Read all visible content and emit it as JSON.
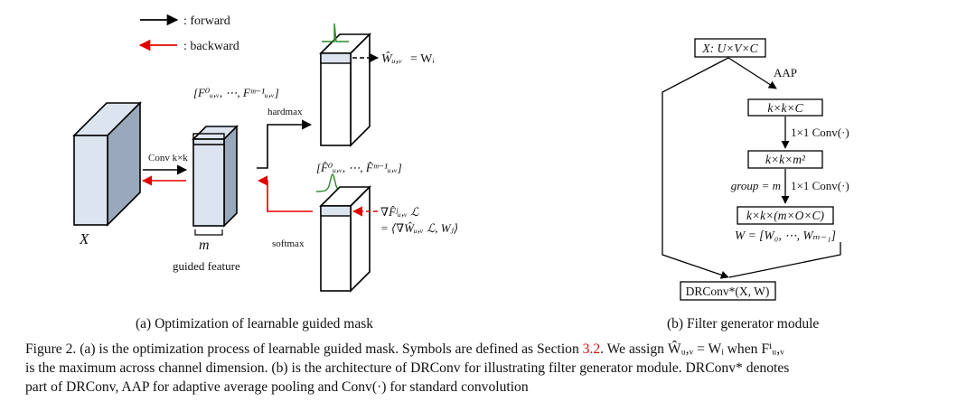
{
  "legend": {
    "forward": ": forward",
    "backward": ": backward",
    "forward_color": "#000000",
    "backward_color": "#e00000"
  },
  "panel_a": {
    "input_label": "X",
    "conv_label": "Conv k×k",
    "m_label": "m",
    "guided_feature": "guided feature",
    "feature_set_label": "[F⁰ᵤ,ᵥ, ⋯, Fᵐ⁻¹ᵤ,ᵥ]",
    "hardmax": "hardmax",
    "softmax": "softmax",
    "soft_set_label": "[F̂⁰ᵤ,ᵥ, ⋯, F̂ᵐ⁻¹ᵤ,ᵥ]",
    "w_assign": "= Wᵢ",
    "w_hat": "Ŵᵤ,ᵥ",
    "grad_label": "∇F̂ʲᵤ,ᵥ ℒ",
    "grad_eq": "= ⟨∇Ŵᵤ,ᵥ ℒ, Wⱼ⟩",
    "caption": "(a) Optimization of learnable guided mask"
  },
  "panel_b": {
    "box_input": "X: U×V×C",
    "aap": "AAP",
    "box_kkc": "k×k×C",
    "conv1": "1×1 Conv(·)",
    "box_kkm2": "k×k×m²",
    "group": "group = m",
    "conv2": "1×1 Conv(·)",
    "box_kkmoc": "k×k×(m×O×C)",
    "w_set": "W = [W₀, ⋯, Wₘ₋₁]",
    "box_out": "DRConv*(X, W)",
    "caption": "(b) Filter generator module"
  },
  "caption": {
    "l1_a": "Figure 2. (a) is the optimization process of learnable guided mask. Symbols are defined as Section ",
    "l1_ref": "3.2",
    "l1_b": ". We assign Ŵᵤ,ᵥ = Wᵢ when Fⁱᵤ,ᵥ",
    "l2": "is the maximum across channel dimension. (b) is the architecture of DRConv for illustrating filter generator module. DRConv* denotes",
    "l3": "part of DRConv, AAP for adaptive average pooling and Conv(·) for standard convolution"
  }
}
